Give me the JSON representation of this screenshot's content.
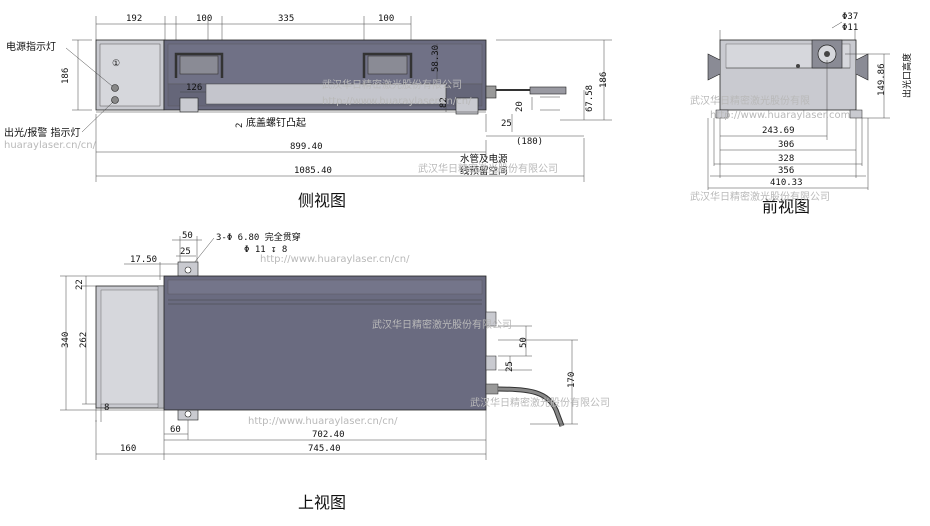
{
  "titles": {
    "side": "侧视图",
    "front": "前视图",
    "top": "上视图"
  },
  "side_view": {
    "dims_top": [
      "192",
      "100",
      "335",
      "100"
    ],
    "dim_left": "186",
    "dim_126": "126",
    "dim_5830": "58.30",
    "dim_82": "82",
    "dim_20": "20",
    "dim_6758": "67.58",
    "dim_186_right": "186",
    "dim_25": "25",
    "dim_180": "(180)",
    "dim_89940": "899.40",
    "dim_108540": "1085.40",
    "dim_2": "2",
    "bump_label": "底盖螺钉凸起",
    "power_led_label": "电源指示灯",
    "emit_led_label": "出光/报警 指示灯",
    "pipe_label_1": "水管及电源",
    "pipe_label_2": "线预留空间",
    "circle_mark": "①"
  },
  "front_view": {
    "dim_037": "Φ37",
    "dim_011": "Φ11",
    "dim_14986": "149.86",
    "height_label": "出光口高度",
    "dim_24369": "243.69",
    "dim_306": "306",
    "dim_328": "328",
    "dim_356": "356",
    "dim_41033": "410.33"
  },
  "top_view": {
    "dim_50": "50",
    "dim_25": "25",
    "dim_1750": "17.50",
    "hole_note": "3-Φ 6.80 完全贯穿",
    "hole_note_2": "Φ 11 ↧ 8",
    "dim_22": "22",
    "dim_340": "340",
    "dim_262": "262",
    "dim_8": "8",
    "dim_50_right": "50",
    "dim_25_right": "25",
    "dim_170": "170",
    "dim_60": "60",
    "dim_70240": "702.40",
    "dim_74540": "745.40",
    "dim_160": "160"
  },
  "watermarks": [
    "武汉华日精密激光股份有限公司",
    "http://www.huaraylaser.cn/cn/",
    "huaraylaser.cn/cn/",
    "武汉华日精密激光股份有限",
    "http://www.huaraylaser.com",
    "武汉华日精密激光股份有限公司",
    "http://www.huaraylaser.cn/cn/",
    "武汉华日精密激光股份有限公司",
    "武汉华日精密激光股份有限公司",
    "http://www.huaraylaser.cn/cn/",
    "武汉华日精密激光股份有限公司"
  ],
  "colors": {
    "body_dark": "#6a6b80",
    "body_light": "#cfd0d6",
    "panel_grey": "#bdbec4",
    "handle": "#8a8b95",
    "line": "#222222"
  }
}
